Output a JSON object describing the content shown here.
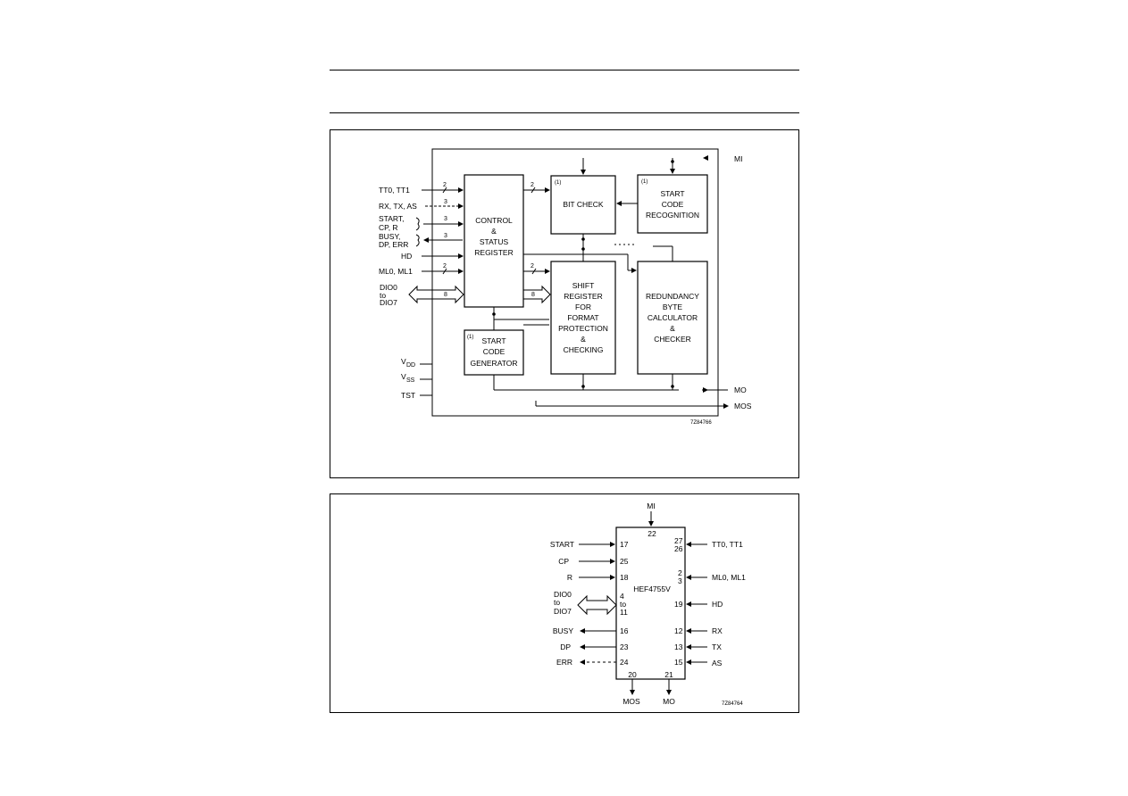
{
  "block_diagram": {
    "blocks": {
      "control": [
        "CONTROL",
        "&",
        "STATUS",
        "REGISTER"
      ],
      "bitcheck_tag": "(1)",
      "bitcheck": "BIT CHECK",
      "startrec_tag": "(1)",
      "startrec": [
        "START",
        "CODE",
        "RECOGNITION"
      ],
      "shift": [
        "SHIFT",
        "REGISTER",
        "FOR",
        "FORMAT",
        "PROTECTION",
        "&",
        "CHECKING"
      ],
      "redundancy": [
        "REDUNDANCY",
        "BYTE",
        "CALCULATOR",
        "&",
        "CHECKER"
      ],
      "startgen_tag": "(1)",
      "startgen": [
        "START",
        "CODE",
        "GENERATOR"
      ]
    },
    "inputs": {
      "tt": "TT0, TT1",
      "rx": "RX, TX, AS",
      "start1": "START,",
      "start2": "CP, R",
      "busy1": "BUSY,",
      "busy2": "DP, ERR",
      "hd": "HD",
      "ml": "ML0, ML1",
      "dio1": "DIO0",
      "dio2": "to",
      "dio3": "DIO7",
      "vdd": "V",
      "vdd_sub": "DD",
      "vss": "V",
      "vss_sub": "SS",
      "tst": "TST"
    },
    "bus_widths": {
      "tt": "2",
      "rx": "3",
      "start": "3",
      "busy": "3",
      "ml": "2",
      "dio": "8",
      "ctrl_bit": "2",
      "ctrl_shift": "2",
      "ctrl_shift_bus": "8"
    },
    "outputs": {
      "mi": "MI",
      "mo": "MO",
      "mos": "MOS"
    },
    "code": "7Z84766"
  },
  "pinout": {
    "chip_name": "HEF4755V",
    "top": {
      "label": "MI",
      "pin": "22"
    },
    "left_pins": [
      {
        "label": "START",
        "pin": "17",
        "dir": "in"
      },
      {
        "label": "CP",
        "pin": "25",
        "dir": "in"
      },
      {
        "label": "R",
        "pin": "18",
        "dir": "in"
      },
      {
        "label": "BUSY",
        "pin": "16",
        "dir": "out"
      },
      {
        "label": "DP",
        "pin": "23",
        "dir": "out"
      },
      {
        "label": "ERR",
        "pin": "24",
        "dir": "out"
      }
    ],
    "dio": {
      "l1": "DIO0",
      "l2": "to",
      "l3": "DIO7",
      "p1": "4",
      "p2": "to",
      "p3": "11"
    },
    "right_pins": [
      {
        "label": "TT0, TT1",
        "pin_a": "27",
        "pin_b": "26"
      },
      {
        "label": "ML0, ML1",
        "pin_a": "2",
        "pin_b": "3"
      },
      {
        "label": "HD",
        "pin": "19"
      },
      {
        "label": "RX",
        "pin": "12"
      },
      {
        "label": "TX",
        "pin": "13"
      },
      {
        "label": "AS",
        "pin": "15"
      }
    ],
    "bottom": [
      {
        "label": "MOS",
        "pin": "20"
      },
      {
        "label": "MO",
        "pin": "21"
      }
    ],
    "code": "7Z84764"
  }
}
